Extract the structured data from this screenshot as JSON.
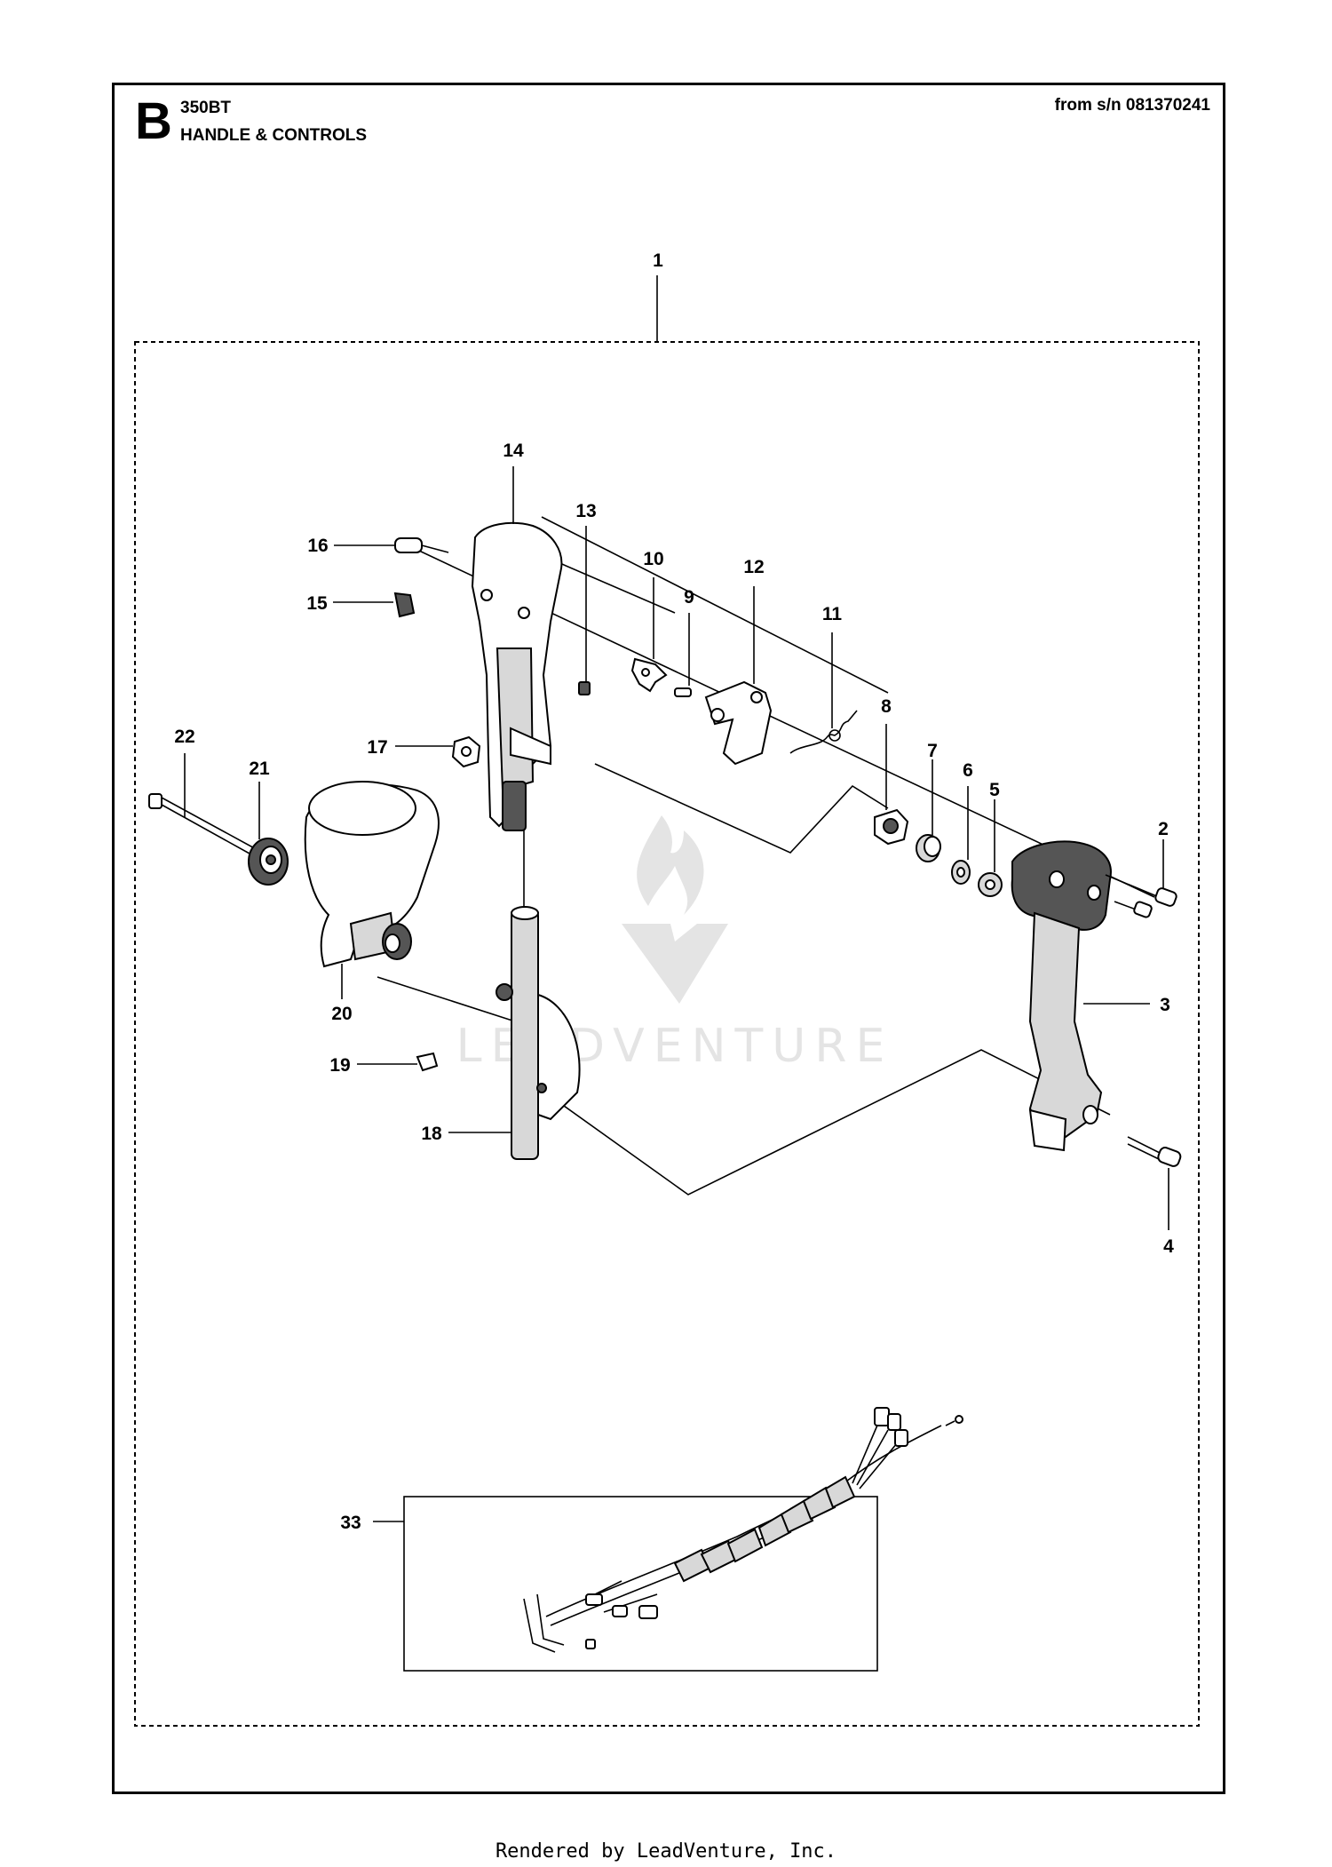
{
  "header": {
    "page_letter": "B",
    "model": "350BT",
    "section_title": "HANDLE & CONTROLS",
    "serial_range": "from s/n 081370241"
  },
  "callouts": [
    "1",
    "2",
    "3",
    "4",
    "5",
    "6",
    "7",
    "8",
    "9",
    "10",
    "11",
    "12",
    "13",
    "14",
    "15",
    "16",
    "17",
    "18",
    "19",
    "20",
    "21",
    "22",
    "33"
  ],
  "watermark": {
    "text": "LEADVENTURE"
  },
  "footer": {
    "text": "Rendered by LeadVenture, Inc."
  }
}
